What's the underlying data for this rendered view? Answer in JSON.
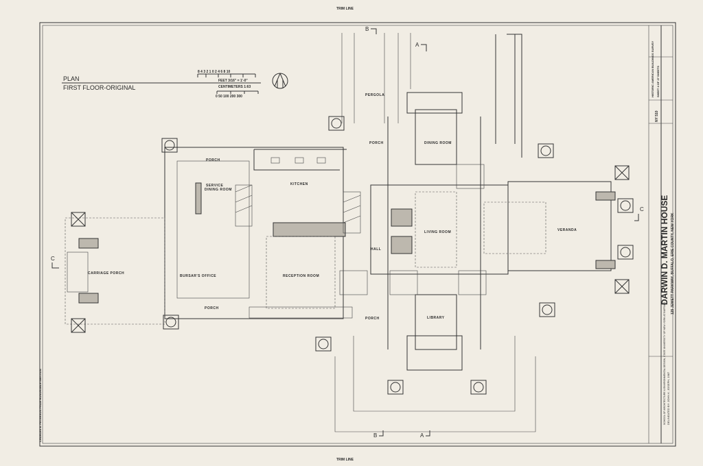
{
  "sheet": {
    "trim_top": "TRIM LINE",
    "trim_bottom": "TRIM LINE"
  },
  "plan": {
    "title": "PLAN",
    "subtitle": "FIRST FLOOR-ORIGINAL",
    "scale_feet_ticks": "8 4 3 2 1 0   2    4    6    8   10",
    "scale_feet": "FEET  3/16\" = 1'-0\"",
    "scale_cm": "CENTIMETERS  1:63",
    "scale_cm_ticks": "0  50 100     200     300"
  },
  "rooms": {
    "porch_nw": "PORCH",
    "service_dining": "SERVICE",
    "service_dining2": "DINING ROOM",
    "kitchen": "KITCHEN",
    "porch_n": "PORCH",
    "pergola": "PERGOLA",
    "dining": "DINING ROOM",
    "living": "LIVING ROOM",
    "hall": "HALL",
    "reception": "RECEPTION ROOM",
    "office": "BURSAR'S OFFICE",
    "porch_sw": "PORCH",
    "porch_s": "PORCH",
    "library": "LIBRARY",
    "veranda": "VERANDA",
    "carriage": "CARRIAGE PORCH"
  },
  "sections": {
    "a": "A",
    "b": "B",
    "c": "C"
  },
  "title_block": {
    "name": "DARWIN  D.  MARTIN  HOUSE",
    "address": "125 JEWETT PARKWAY, BUFFALO, ERIE COUNTY, NEW YORK",
    "agency": "HISTORIC AMERICAN BUILDINGS SURVEY",
    "sheet_no": "SHEET 4 OF 27 SHEETS",
    "survey_no": "NY 510",
    "delineator": "DELINEATED BY: JOHN K. JOSEPH, 1987",
    "school": "SCHOOL OF ARCHITECTURE & ENVIRONMENTAL DESIGN, STATE UNIVERSITY OF NEW YORK AT BUFFALO"
  },
  "margin_note": "CHARLES E. PETERSON PRIZE HONORABLE MENTION"
}
